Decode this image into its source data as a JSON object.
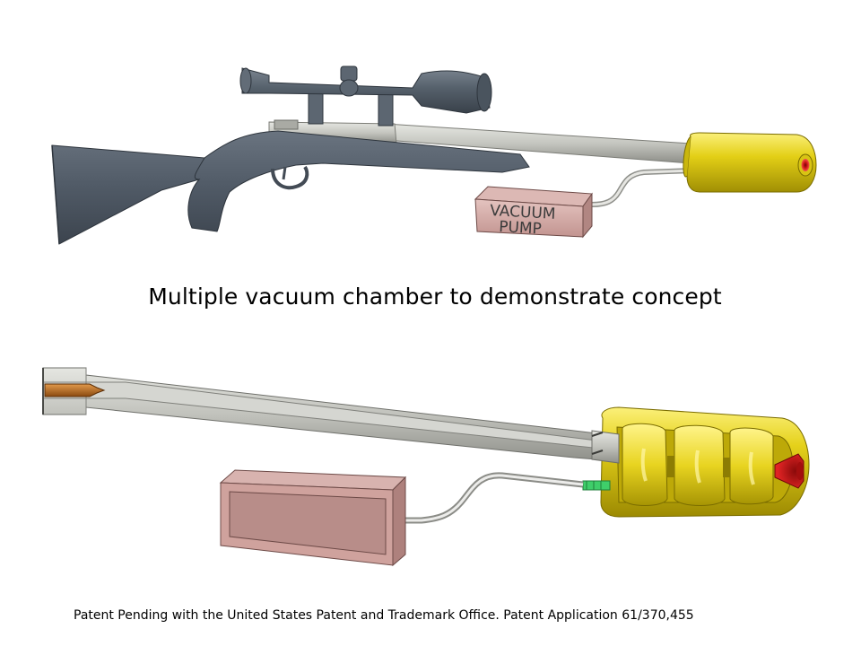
{
  "title": "Multiple vacuum chamber to demonstrate concept",
  "footer": "Patent Pending with the United States Patent and Trademark Office. Patent Application 61/370,455",
  "rifle": {
    "pump_label_line1": "VACUUM",
    "pump_label_line2": "PUMP"
  },
  "colors": {
    "stock": "#505a66",
    "barrel": "#bfc0ba",
    "chamber": "#e3cf16",
    "pump": "#d3a6a1",
    "muzzle": "#d41818",
    "bullet": "#b8671b",
    "fitting": "#3fce6a"
  }
}
